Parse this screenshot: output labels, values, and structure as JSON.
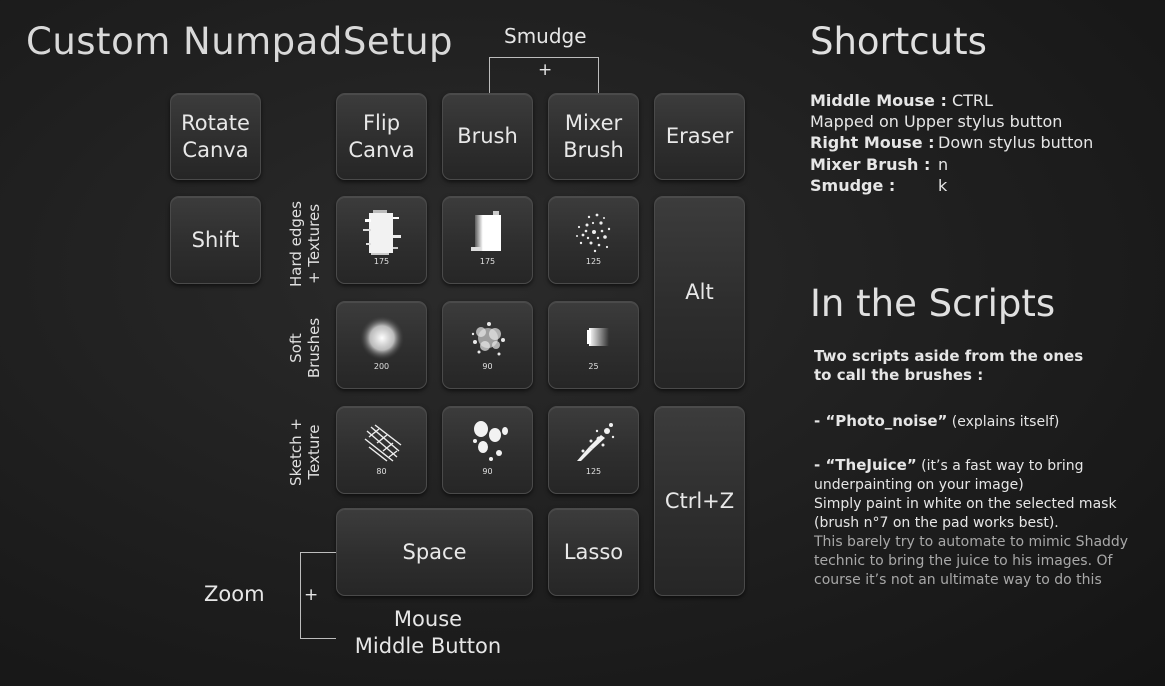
{
  "title": "Custom NumpadSetup",
  "smudge_label": "Smudge",
  "plus": "+",
  "keys": {
    "rotate": "Rotate\nCanva",
    "flip": "Flip\nCanva",
    "brush": "Brush",
    "mixer": "Mixer\nBrush",
    "eraser": "Eraser",
    "shift": "Shift",
    "alt": "Alt",
    "ctrlz": "Ctrl+Z",
    "space": "Space",
    "lasso": "Lasso"
  },
  "row_labels": {
    "hard": "Hard edges\n+ Textures",
    "soft": "Soft\nBrushes",
    "sketch": "Sketch +\nTexture"
  },
  "brush_sizes": {
    "b1": "175",
    "b2": "175",
    "b3": "125",
    "b4": "200",
    "b5": "90",
    "b6": "25",
    "b7": "80",
    "b8": "90",
    "b9": "125"
  },
  "zoom_label": "Zoom",
  "mouse_label": "Mouse\nMiddle Button",
  "shortcuts": {
    "heading": "Shortcuts",
    "rows": [
      {
        "key": "Middle Mouse :",
        "value": "CTRL"
      },
      {
        "key": "",
        "value": "Mapped on Upper stylus button"
      },
      {
        "key": "Right Mouse :",
        "value": "Down stylus button"
      },
      {
        "key": "Mixer Brush :",
        "value": "n"
      },
      {
        "key": "Smudge :",
        "value": "k"
      }
    ]
  },
  "scripts": {
    "heading": "In the Scripts",
    "intro_1": "Two scripts aside from the ones",
    "intro_2": "to call the brushes :",
    "s1_name": "- “Photo_noise”",
    "s1_desc": " (explains itself)",
    "s2_name": "- “TheJuice”",
    "s2_desc": " (it’s a fast way to bring",
    "s2_line2": "underpainting on your image)",
    "s2_line3": "Simply paint in white on the selected mask",
    "s2_line4": "(brush n°7 on the pad works best).",
    "note_1": "This barely try to automate to mimic Shaddy",
    "note_2": "technic to bring the juice to his images. Of",
    "note_3": "course it’s not an ultimate way to do this"
  }
}
